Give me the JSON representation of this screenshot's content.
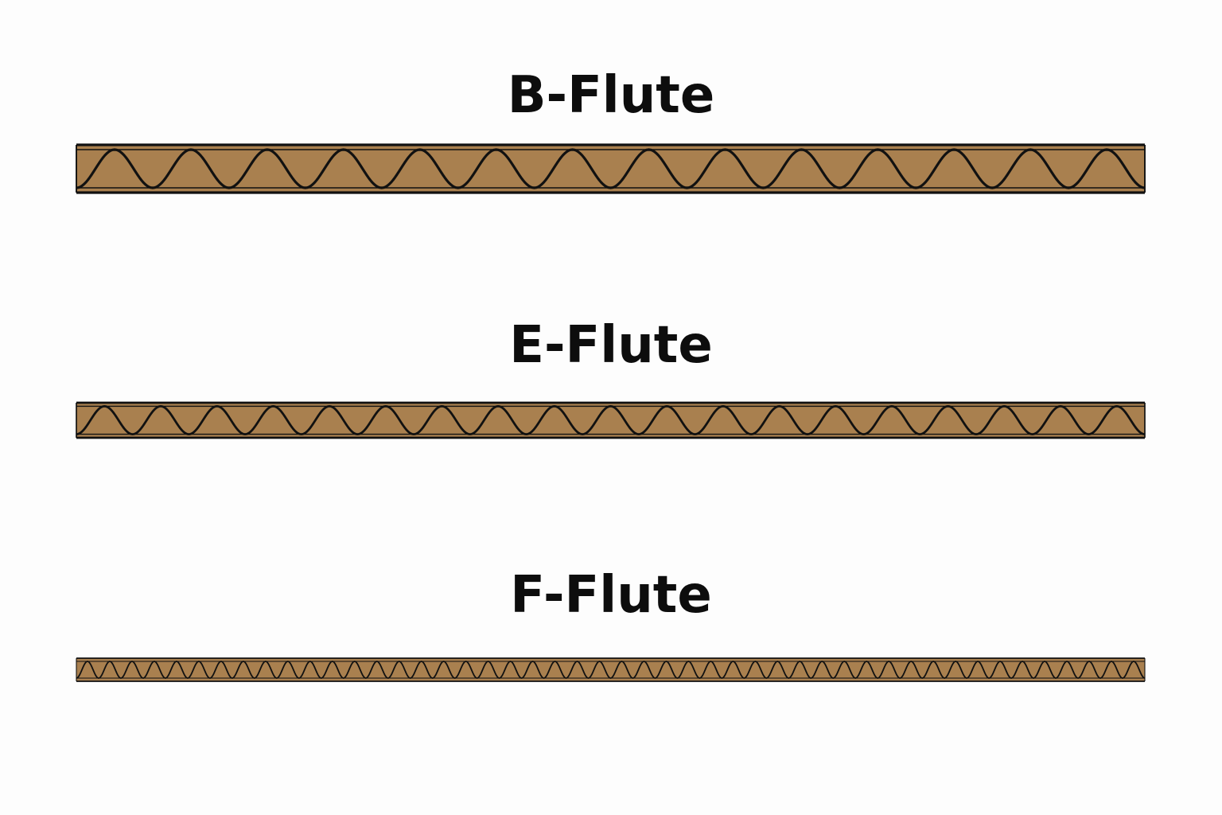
{
  "flutes": [
    {
      "label": "B-Flute",
      "wave_count": 14
    },
    {
      "label": "E-Flute",
      "wave_count": 19
    },
    {
      "label": "F-Flute",
      "wave_count": 48
    }
  ],
  "colors": {
    "board_fill": "#a9804f",
    "board_line": "#111111",
    "text": "#0d0d0d",
    "background": "#fdfdfd"
  }
}
